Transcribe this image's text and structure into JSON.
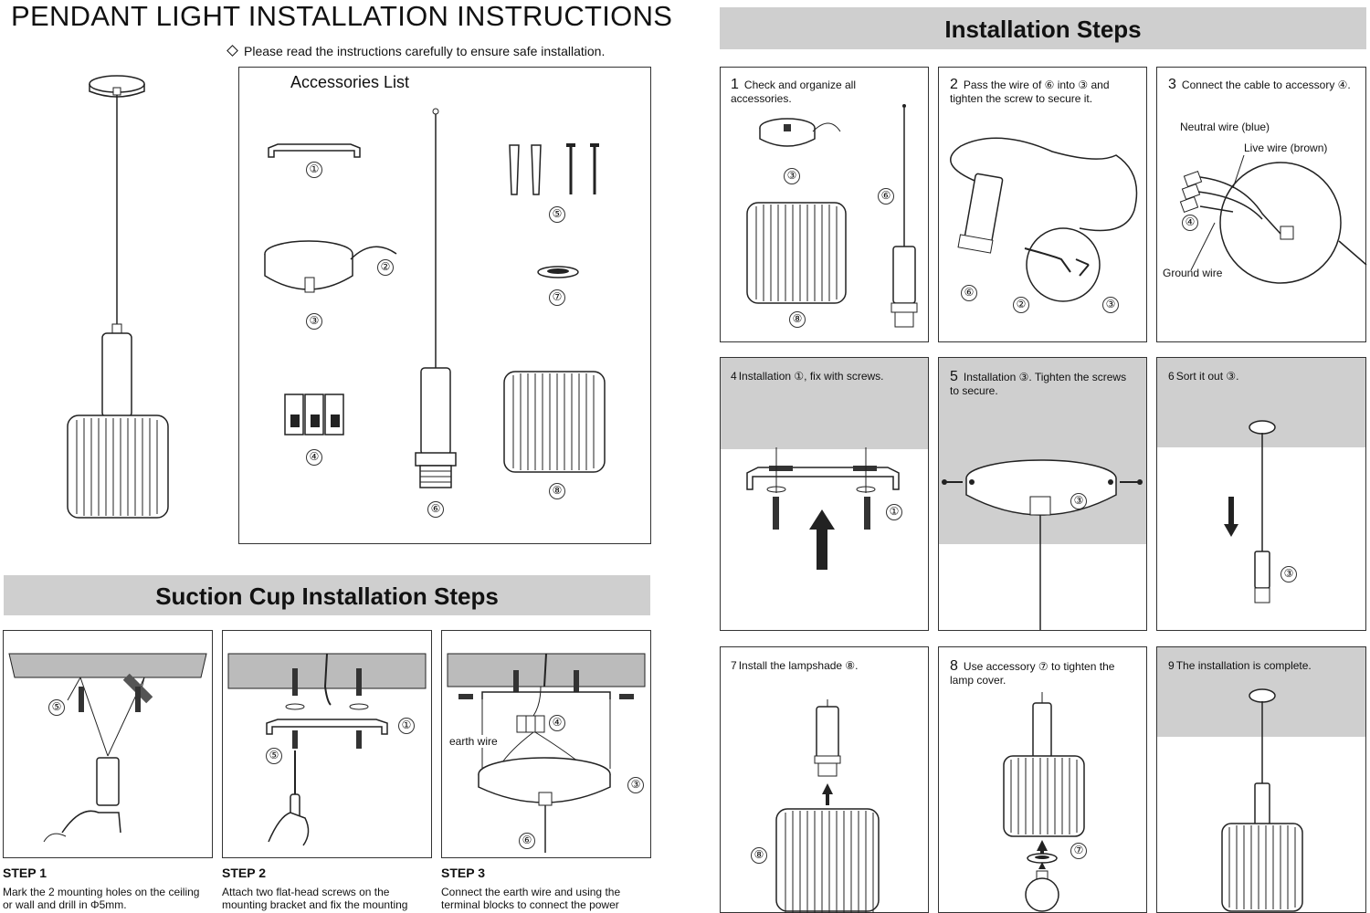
{
  "header": {
    "title": "PENDANT LIGHT INSTALLATION INSTRUCTIONS",
    "note": "Please read the instructions carefully to ensure safe installation."
  },
  "accessories": {
    "title": "Accessories List",
    "markers": [
      "①",
      "②",
      "③",
      "④",
      "⑤",
      "⑥",
      "⑦",
      "⑧"
    ]
  },
  "suction": {
    "title": "Suction Cup Installation Steps",
    "steps": [
      {
        "label": "STEP 1",
        "desc": "Mark the 2 mounting holes on the ceiling or wall and drill in Φ5mm.",
        "marker": "⑤"
      },
      {
        "label": "STEP 2",
        "desc": "Attach two flat-head screws on the mounting bracket and fix the mounting",
        "markers": [
          "①",
          "⑤"
        ]
      },
      {
        "label": "STEP 3",
        "desc": "Connect the earth wire and using the terminal blocks to connect the power",
        "earth": "earth wire",
        "markers": [
          "④",
          "③",
          "⑥"
        ]
      }
    ]
  },
  "installation": {
    "title": "Installation Steps",
    "cards": [
      {
        "num": "1",
        "text": "Check and organize all accessories.",
        "markers": [
          "③",
          "⑥",
          "⑧"
        ]
      },
      {
        "num": "2",
        "text": "Pass the wire of ⑥ into ③ and tighten the screw to secure it.",
        "markers": [
          "⑥",
          "②",
          "③"
        ]
      },
      {
        "num": "3",
        "text": "Connect the cable to accessory ④.",
        "neutral": "Neutral wire (blue)",
        "live": "Live wire (brown)",
        "ground": "Ground wire",
        "markers": [
          "④"
        ]
      },
      {
        "num": "4",
        "text": "Installation ①, fix with screws.",
        "markers": [
          "①"
        ]
      },
      {
        "num": "5",
        "text": "Installation ③. Tighten the screws to secure.",
        "markers": [
          "③"
        ]
      },
      {
        "num": "6",
        "text": "Sort it out ③.",
        "markers": [
          "③"
        ]
      },
      {
        "num": "7",
        "text": "Install the lampshade ⑧.",
        "markers": [
          "⑧"
        ]
      },
      {
        "num": "8",
        "text": "Use accessory ⑦ to tighten the lamp cover.",
        "markers": [
          "⑦"
        ]
      },
      {
        "num": "9",
        "text": "The installation is complete."
      }
    ]
  }
}
